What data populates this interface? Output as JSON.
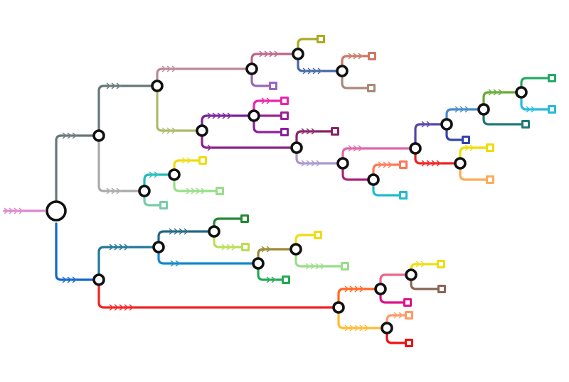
{
  "diagram": {
    "type": "phylogenetic-tree",
    "node_stroke": "#111111",
    "background": "#ffffff",
    "chevron_counts": {
      "root_stem": 4,
      "b_gray1": 3,
      "b_blue": 3,
      "b_red": 5
    }
  }
}
